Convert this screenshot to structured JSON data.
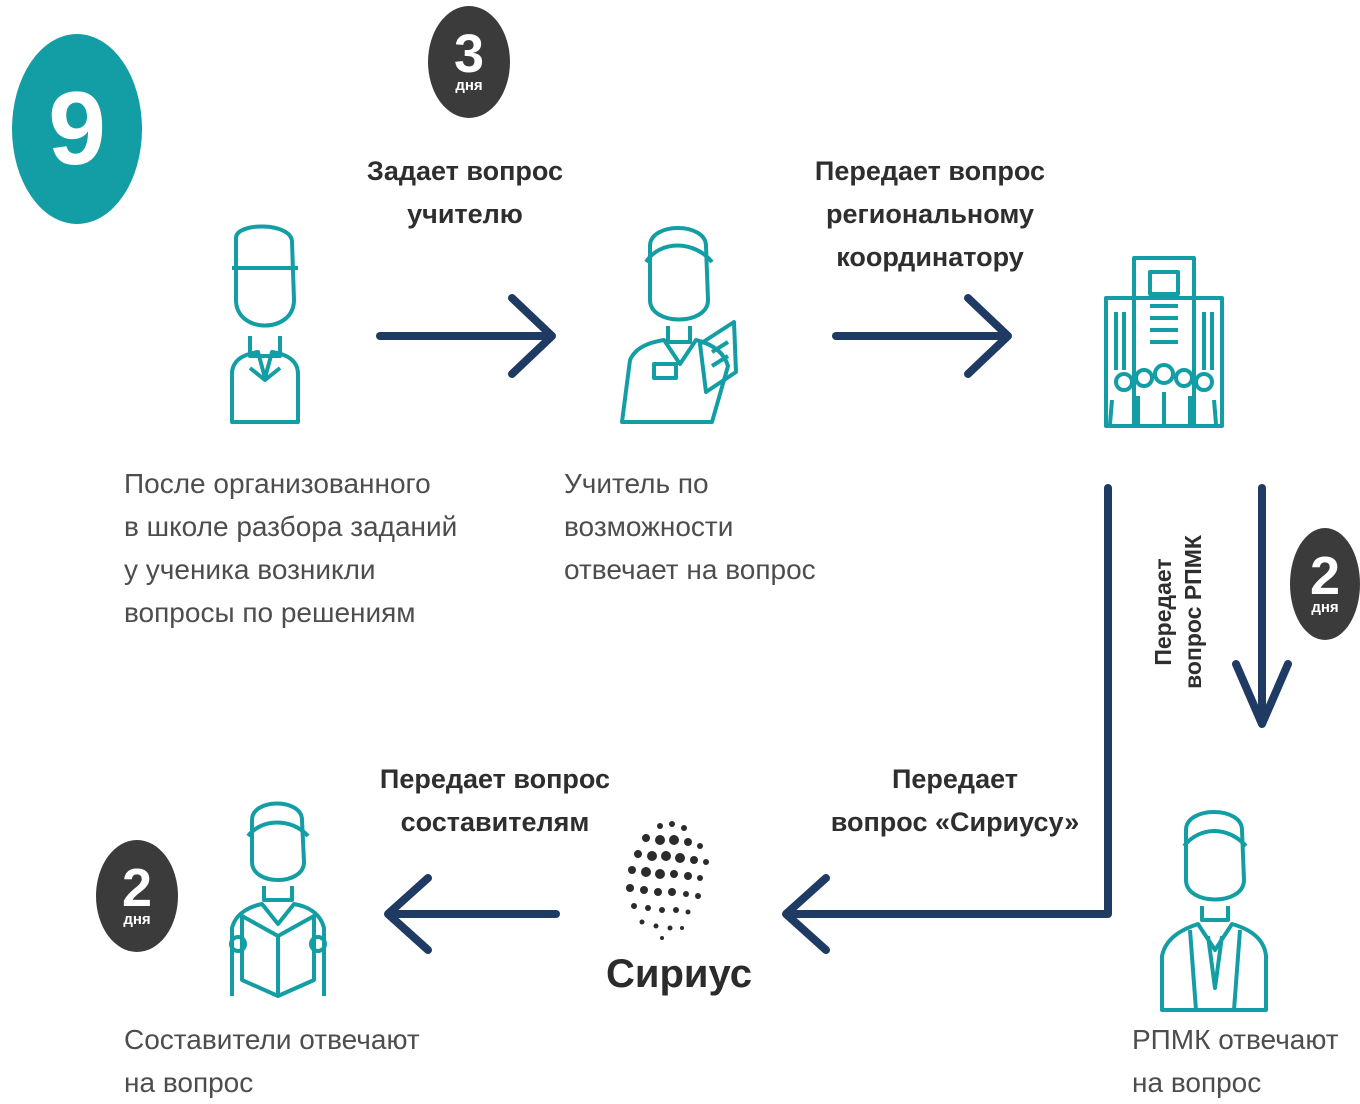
{
  "step": {
    "number": "9"
  },
  "badges": {
    "days_top": {
      "number": "3",
      "unit": "дня"
    },
    "days_right": {
      "number": "2",
      "unit": "дня"
    },
    "days_left": {
      "number": "2",
      "unit": "дня"
    }
  },
  "actions": {
    "ask_teacher": "Задает вопрос\nучителю",
    "to_coordinator": "Передает вопрос\nрегиональному координатору",
    "to_rpmk": "Передает\nвопрос РПМК",
    "to_sirius": "Передает\nвопрос «Сириусу»",
    "to_authors": "Передает вопрос\nсоставителям"
  },
  "captions": {
    "student": "После организованного\nв школе разбора заданий\nу ученика возникли\nвопросы по решениям",
    "teacher": "Учитель по возможности\nотвечает на вопрос",
    "rpmk": "РПМК отвечают\nна вопрос",
    "authors": "Составители отвечают\nна вопрос"
  },
  "sirius": {
    "name": "Сириус"
  },
  "colors": {
    "teal": "#129ea4",
    "navy": "#1f3a63",
    "dark": "#3b3b3b"
  },
  "icons": [
    "student-icon",
    "teacher-icon",
    "building-icon",
    "expert-icon",
    "sirius-logo-icon",
    "author-reading-icon"
  ]
}
